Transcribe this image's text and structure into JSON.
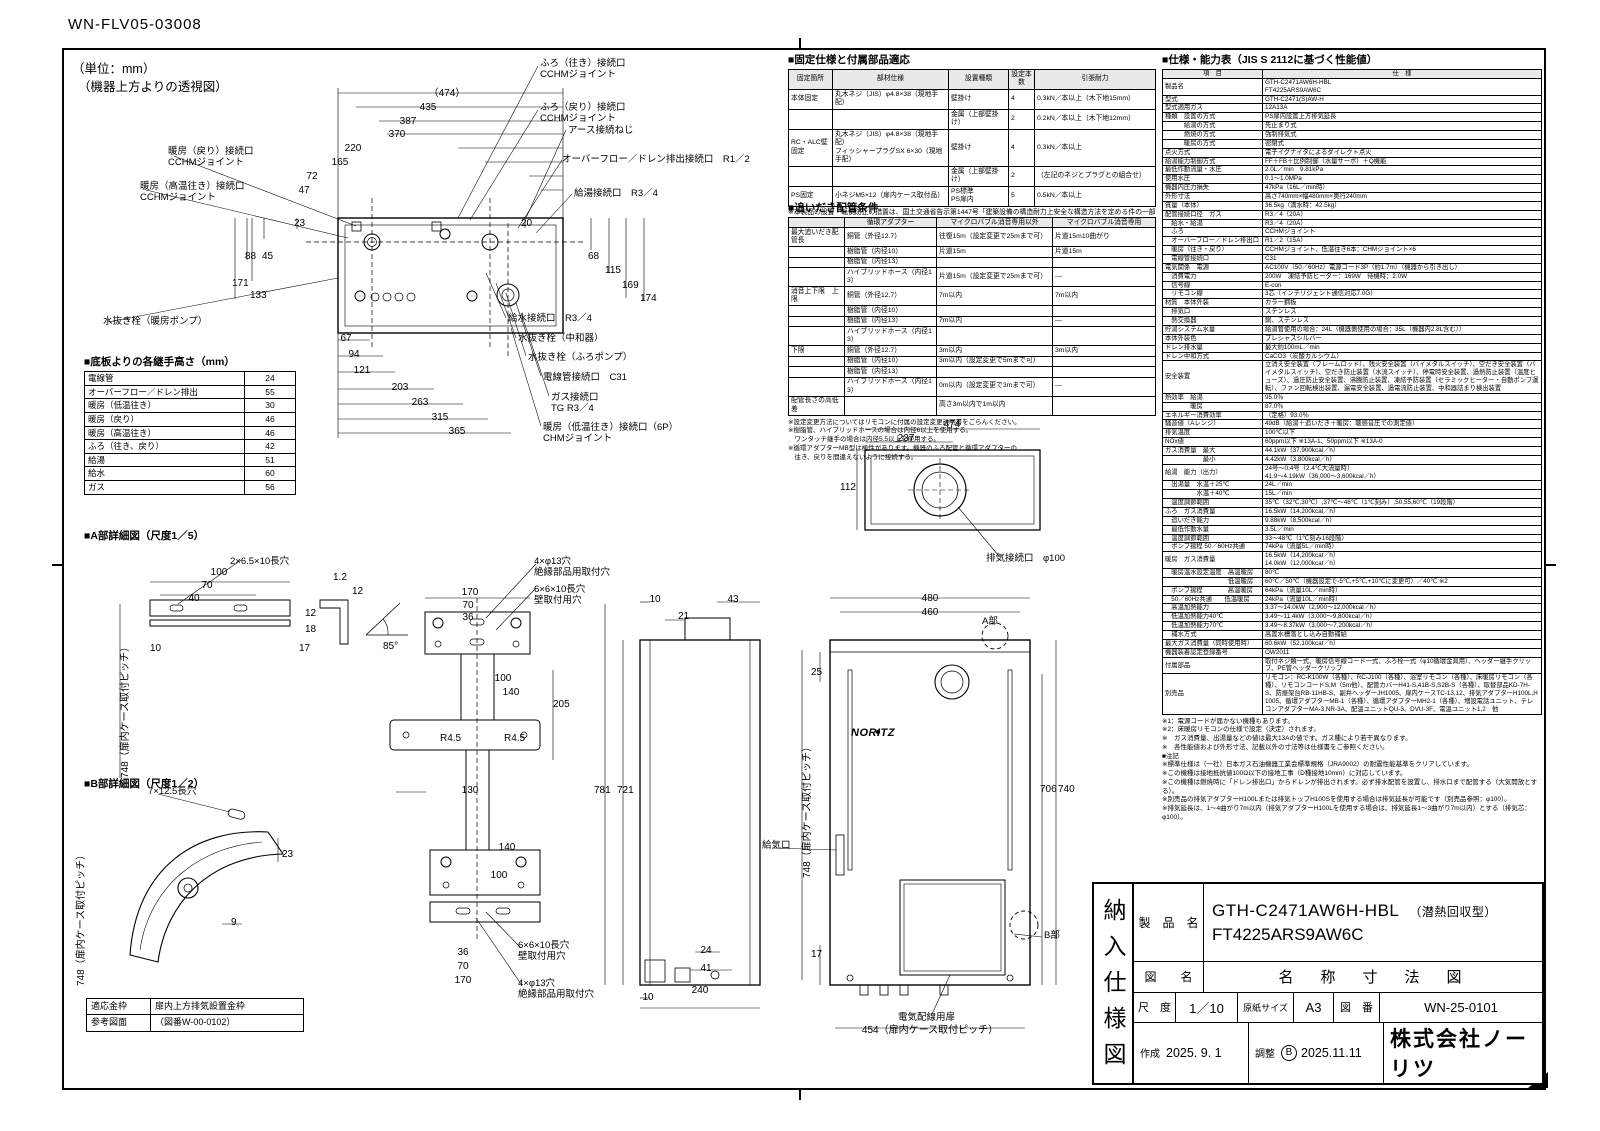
{
  "doc_number": "WN-FLV05-03008",
  "notes": {
    "unit": "（単位：mm）",
    "view": "（機器上方よりの透視図）"
  },
  "tv": {
    "dt": [
      "（474）",
      "435",
      "387",
      "370",
      "220",
      "165",
      "72",
      "47"
    ],
    "dl": [
      "23",
      "88",
      "45",
      "171",
      "133"
    ],
    "dr": [
      "20",
      "68",
      "115",
      "169",
      "174"
    ],
    "db": [
      "67",
      "94",
      "121",
      "203",
      "263",
      "315",
      "365"
    ],
    "cl": [
      "ふろ（往き）接続口\nCCHMジョイント",
      "ふろ（戻り）接続口\nCCHMジョイント",
      "暖房（戻り）接続口\nCCHMジョイント",
      "暖房（高温往き）接続口\nCCHMジョイント",
      "アース接続ねじ",
      "オーバーフロー／ドレン排出接続口　R1／2",
      "給湯接続口　R3／4",
      "給水接続口　R3／4",
      "水抜き栓（中和器）",
      "水抜き栓（ふろポンプ）",
      "電線管接続口　C31",
      "ガス接続口\nTG R3／4",
      "暖房（低温往き）接続口（6P）\nCHMジョイント",
      "水抜き栓（暖房ポンプ）"
    ]
  },
  "joint_table": {
    "title": "■底板よりの各継手高さ（mm）",
    "rows": [
      [
        "電線管",
        "24"
      ],
      [
        "オーバーフロー／ドレン排出",
        "55"
      ],
      [
        "暖房（低温往き）",
        "30"
      ],
      [
        "暖房（戻り）",
        "46"
      ],
      [
        "暖房（高温往き）",
        "46"
      ],
      [
        "ふろ（往き、戻り）",
        "42"
      ],
      [
        "給湯",
        "51"
      ],
      [
        "給水",
        "60"
      ],
      [
        "ガス",
        "56"
      ]
    ]
  },
  "da": {
    "title": "■A部詳細図（尺度1／5）",
    "labels": [
      "2×6.5×10長穴",
      "4×φ13穴\n絶縁部品用取付穴",
      "6×6×10長穴\n壁取付用穴",
      "6×6×10長穴\n壁取付用穴",
      "4×φ13穴\n絶縁部品用取付穴"
    ],
    "dims": [
      "100",
      "70",
      "40",
      "10",
      "1.2",
      "12",
      "12",
      "18",
      "17",
      "85°",
      "170",
      "70",
      "36",
      "100",
      "140",
      "205",
      "R4.5",
      "R4.5",
      "130",
      "140",
      "100",
      "36",
      "70",
      "170"
    ],
    "pitch": "748（扉内ケース取付ピッチ）"
  },
  "detb": {
    "title": "■B部詳細図（尺度1／2）",
    "slot": "7×12.5長穴",
    "dims": [
      "23",
      "9"
    ],
    "pitch": "748（扉内ケース取付ピッチ）"
  },
  "frame_table": {
    "rows": [
      [
        "適応金枠",
        "扉内上方排気設置金枠"
      ],
      [
        "参考図面",
        "（図番W-00-0102）"
      ]
    ]
  },
  "fix": {
    "title": "■固定仕様と付属部品適応",
    "headers": [
      "固定箇所",
      "部材仕様",
      "設置種類",
      "設定本数",
      "引張耐力"
    ],
    "rows": [
      [
        "本体固定",
        "丸木ネジ（JIS）φ4.8×38（現地手配）",
        "壁掛け",
        "4",
        "0.3kN／本以上（木下地15mm）"
      ],
      [
        "",
        "",
        "金属（上部壁掛け）",
        "2",
        "0.2kN／本以上（木下地12mm）"
      ],
      [
        "RC・ALC壁固定",
        "丸木ネジ（JIS）φ4.8×38（現地手配）\nフィッシャープラグSX 6×30（現地手配）",
        "壁掛け",
        "4",
        "0.3kN／本以上"
      ],
      [
        "",
        "",
        "金属（上部壁掛け）",
        "2",
        "（左記のネジとプラグとの組合せ）"
      ],
      [
        "PS固定",
        "小ネジM5×12（扉内ケース取付品）",
        "PS標準\nPS扉内",
        "5",
        "0.5kN／本以上"
      ]
    ],
    "note": "※本製品の設置・転倒防止の措置は、国土交通省告示第1447号「建築設備の構造耐力上安全な構造方法を定める件の一部を改訂する件」に対応しています。"
  },
  "oi": {
    "title": "■追いだき配管条件",
    "headers": [
      "循環アダプター",
      "マイクロバブル消音専用以外",
      "マイクロバブル消音専用"
    ],
    "rows": [
      [
        "最大追いだき配管長",
        "銅管（外径12.7）",
        "往復15m（設定変更で25mまで可）",
        "片道15m10曲がり"
      ],
      [
        "",
        "樹脂管（内径10）",
        "片道15m",
        "片道15m"
      ],
      [
        "",
        "樹脂管（内径13）",
        "",
        ""
      ],
      [
        "",
        "ハイブリッドホース（内径13）",
        "片道15m（設定変更で25mまで可）",
        "―"
      ],
      [
        "消音上下限　上限",
        "銅管（外径12.7）",
        "7m以内",
        "7m以内"
      ],
      [
        "",
        "樹脂管（内径10）",
        "",
        ""
      ],
      [
        "",
        "樹脂管（内径13）",
        "7m以内",
        "―"
      ],
      [
        "",
        "ハイブリッドホース（内径13）",
        "",
        ""
      ],
      [
        "下限",
        "銅管（外径12.7）",
        "3m以内",
        "3m以内"
      ],
      [
        "",
        "樹脂管（内径10）",
        "3m以内（設定変更で5mまで可）",
        ""
      ],
      [
        "",
        "樹脂管（内径13）",
        "",
        ""
      ],
      [
        "",
        "ハイブリッドホース（内径13）",
        "0m以内（設定変更で3mまで可）",
        "―"
      ],
      [
        "配管長さの高低差",
        "",
        "高さ3m以内で1m以内",
        ""
      ]
    ],
    "notes": [
      "※設定変更方法についてはリモコンに付属の設定変更説明書をごらんください。",
      "※樹脂管、ハイブリッドホースの場合は内径6以上を使用する。\n　ワンタッチ継手の場合は内径5.5以上を使用する。",
      "※循環アダプターMB型は極性があります。機器のふろ配管と循環アダプターの\n　往き、戻りを間違えないように接続する。"
    ]
  },
  "tpv": {
    "dims": [
      "474",
      "237",
      "112"
    ],
    "exhaust": "排気接続口　φ100"
  },
  "fv": {
    "dims": [
      "480",
      "460",
      "25",
      "706",
      "740",
      "17"
    ],
    "pitch": "748（扉内ケース取付ピッチ）",
    "bottom_pitch": "454（扉内ケース取付ピッチ）",
    "a": "A部",
    "b": "B部",
    "air": "給気口",
    "door": "電気配線用扉",
    "brand": "NORITZ"
  },
  "sv": {
    "dims": [
      "10",
      "43",
      "21",
      "781",
      "721",
      "10",
      "24",
      "41",
      "240"
    ]
  },
  "spec": {
    "title": "■仕様・能力表（JIS S 2112に基づく性能値）",
    "headers": [
      "項　目",
      "仕　様"
    ],
    "rows": [
      [
        "製品名",
        "GTH-C2471AW6H-HBL\nFT4225ARS9AW6C"
      ],
      [
        "型式",
        "GTH-C2471(S)AW-H"
      ],
      [
        "型式適用ガス",
        "12A13A"
      ],
      [
        "種類　設置の方式",
        "PS扉内設置上方排気延長"
      ],
      [
        "　　　給湯の方式",
        "先止まり式"
      ],
      [
        "　　　燃焼の方式",
        "強制排気式"
      ],
      [
        "　　　暖房の方式",
        "密閉式"
      ],
      [
        "点火方式",
        "電子イグナイタによるダイレクト点火"
      ],
      [
        "給湯能力制御方式",
        "FF＋FB＋比例制御（水量サーボ）＋Q機能"
      ],
      [
        "最低作動流量・水圧",
        "2.0L／min　9.81kPa"
      ],
      [
        "使用水圧",
        "0.1～1.0MPa"
      ],
      [
        "機器内圧力損失",
        "47kPa（16L／min時）"
      ],
      [
        "外形寸法",
        "高さ740mm×幅480mm×奥行240mm"
      ],
      [
        "質量（本体）",
        "36.5kg（満水時：42.5kg）"
      ],
      [
        "配管接続口径　ガス",
        "R3／4（20A）"
      ],
      [
        "　給水・給湯",
        "R3／4（20A）"
      ],
      [
        "　ふろ",
        "CCHMジョイント"
      ],
      [
        "　オーバーフロー／ドレン排出口",
        "R1／2（15A）"
      ],
      [
        "　暖房（往き・戻り）",
        "CCHMジョイント、低温往き6本：CHMジョイント×6"
      ],
      [
        "　電線管接続口",
        "C31"
      ],
      [
        "電気関係　電源",
        "AC100V（50／60Hz）電源コード3P（約1.7m）（機器から引き出し）"
      ],
      [
        "　消費電力",
        "200W　凍結予防ヒーター：169W　待機時：2.0W"
      ],
      [
        "　信号線",
        "E-con"
      ],
      [
        "　リモコン線",
        "3芯（インテリジェント通信対応7.0G）"
      ],
      [
        "材質　本体外装",
        "カラー鋼板"
      ],
      [
        "　排気口",
        "ステンレス"
      ],
      [
        "　熱交換器",
        "銅、ステンレス"
      ],
      [
        "貯湯システム水量",
        "給湯管使用の場合：24L（機器側使用の場合：35L（機器内2.8L含む））"
      ],
      [
        "本体外装色",
        "プレシャスシルバー"
      ],
      [
        "ドレン排水量",
        "最大約100mL／min"
      ],
      [
        "ドレン中和方式",
        "CaCO3（炭酸カルシウム）"
      ],
      [
        "安全装置",
        "立消え安全装置（フレームロッド）、残火安全装置（バイメタルスイッチ）、空だき安全装置（バイメタルスイッチ）、空だき防止装置（水流スイッチ）、停電時安全装置、過熱防止装置（温度ヒューズ）、過圧防止安全装置、沸騰防止装置、凍結予防装置（セラミックヒーター・自動ポンプ運転）、ファン回転検出装置、漏電安全装置、過電流防止装置、中和器詰まり検出装置"
      ],
      [
        "熱効率　給湯",
        "95.0％"
      ],
      [
        "　　　　暖房",
        "87.0％"
      ],
      [
        "エネルギー消費効率",
        "（定格）93.0％"
      ],
      [
        "騒音値（Aレンジ）",
        "49dB（給湯＋追いだき＋暖房：聴感音圧での測定値）"
      ],
      [
        "排気温度",
        "100℃以下"
      ],
      [
        "NOx値",
        "60ppm以下 ※13A-1、50ppm以下 ※13A-0"
      ],
      [
        "ガス消費量　最大",
        "44.1kW（37,900kcal／h）"
      ],
      [
        "　　　　　　最小",
        "4.42kW（3,800kcal／h）"
      ],
      [
        "給湯　能力（出力）",
        "24号～0.4号（2.4℃大流量時）\n41.9～4.19kW（36,000～3,600kcal／h）"
      ],
      [
        "　出湯量　水温＋25℃",
        "24L／min"
      ],
      [
        "　　　　　水温＋40℃",
        "15L／min"
      ],
      [
        "　温度調節範囲",
        "35℃（32℃,30℃）,37℃～48℃（1℃刻み）,50,55,60℃（19段階）"
      ],
      [
        "ふろ　ガス消費量",
        "16.5kW（14,200kcal／h）"
      ],
      [
        "　追いだき能力",
        "9.88kW（8,500kcal／h）"
      ],
      [
        "　最低作動水量",
        "3.5L／min"
      ],
      [
        "　温度調節範囲",
        "33～48℃（1℃刻み16段階）"
      ],
      [
        "　ポンプ揚程 50／60Hz共通",
        "74kPa（流量5L／min時）"
      ],
      [
        "暖房　ガス消費量",
        "16.5kW（14,200kcal／h）\n14.0kW（12,000kcal／h）"
      ],
      [
        "　暖房温水設定温度　高温暖房",
        "80℃"
      ],
      [
        "　　　　　　　　　　低温暖房",
        "60℃／50℃（機器設定で-5℃,+5℃,+10℃に変更可）／40℃ ※2"
      ],
      [
        "　ポンプ揚程　　　　高温暖房",
        "64kPa（流量10L／min時）"
      ],
      [
        "　50／60Hz共通　　低温暖房",
        "24kPa（流量10L／min時）"
      ],
      [
        "　高温加熱能力",
        "3.37～14.0kW（2,900～12,000kcal／h）"
      ],
      [
        "　低温加熱能力40℃",
        "3.49～11.4kW（3,000～9,800kcal／h）"
      ],
      [
        "　低温加熱能力70℃",
        "3.49～8.37kW（3,000～7,200kcal／h）"
      ],
      [
        "　補水方式",
        "高置水槽落とし込み自動補給"
      ],
      [
        "最大ガス消費量（同時使用時）",
        "60.6kW（52,100kcal／h）"
      ],
      [
        "機器装着認定登録番号",
        "OW2011"
      ],
      [
        "付属部品",
        "取付ネジ類一式、暖房信号線コード一式、ふろ栓一式（φ10循環金具用）、ヘッダー継手クリップ、PE管ヘッダークリップ"
      ],
      [
        "別売品",
        "リモコン：RC-K100W（各種）、RC-J100（各種）、浴室リモコン（各種）、床暖房リモコン（各種）、リモコンコードS,M（5m他）、配管カバーH41-S,41B-S,S2B-S（各種）、取替部品KD-7H-S、防振架台RB-11HB-S、副弁ヘッダーJH1005、扉内ケースTC-13,12、排気アダプターH100L,H1005、循環アダプターMB-1（各種）、循環アダプターMH2-1（各種）、増設電話ユニット、テレコンアダプターMA-3,NR-3A、配温ユニットQU-3、DVU-3F、電温ユニット1,2　他"
      ]
    ],
    "footnotes": [
      "※1：電源コードが届かない機種もあります。",
      "※2：床暖房リモコンの仕様で設定（決定）されます。",
      "※　ガス消費量、出湯量などの値は最大13Aの値です。ガス種により若干異なります。",
      "※　各性能値および外形寸法、記載以外の寸法等は仕様書をご参照ください。",
      "■注記",
      "※標準仕様は（一社）日本ガス石油機器工業会標準規格（JRA9002）の耐震性能基準をクリアしています。",
      "※この機種は接地抵抗値100Ω以下の接地工事（D種接地10mm）に対応しています。",
      "※この機種は燃焼時に「ドレン排出口」からドレンが排出されます。必ず排水配管を設置し、排水口まで配管する（大気開放とする）。",
      "※別売品の排気アダプターH100Lまたは排気トップH100Sを使用する場合は排気延長が可能です（別売品参照：φ100）。",
      "※排気延長は、1～4曲がり7m以内（排気アダプターH100Lを使用する場合は、排気延長1～3曲がり7m以内）とする（排気芯：φ100）。"
    ]
  },
  "tb": {
    "vertical": "納入仕様図",
    "product_label": "製　品　名",
    "product_1": "GTH-C2471AW6H-HBL",
    "product_1_note": "（潜熱回収型）",
    "product_2": "FT4225ARS9AW6C",
    "name_label": "図　　名",
    "name_value": "名　称　寸　法　図",
    "scale_label": "尺　度",
    "scale": "1／10",
    "paper_label": "原紙サイズ",
    "paper": "A3",
    "no_label": "図　番",
    "no": "WN-25-0101",
    "created_label": "作成",
    "created": "2025. 9. 1",
    "adj_label": "調整",
    "rev": "B",
    "adjusted": "2025.11.11",
    "company": "株式会社ノーリツ"
  }
}
